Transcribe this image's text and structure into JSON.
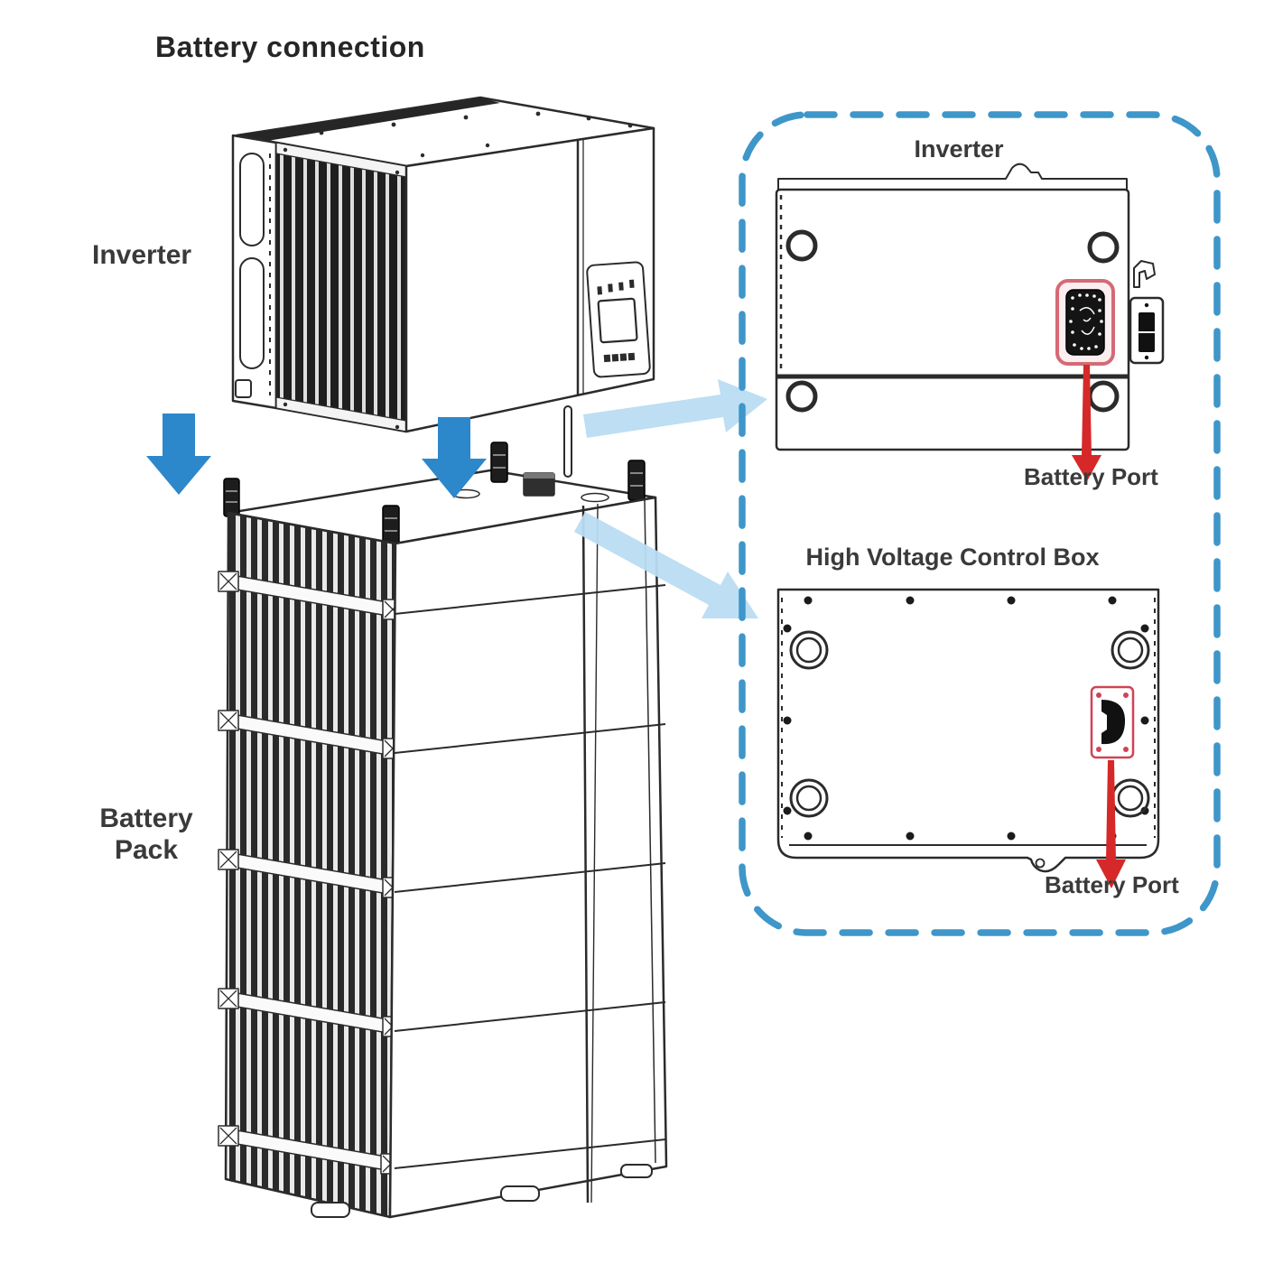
{
  "title": "Battery connection",
  "left_diagram": {
    "inverter_label": "Inverter",
    "battery_pack_line1": "Battery",
    "battery_pack_line2": "Pack"
  },
  "detail_panel": {
    "inverter_view": {
      "title": "Inverter",
      "port_label": "Battery Port"
    },
    "hv_box_view": {
      "title": "High Voltage Control Box",
      "port_label": "Battery Port"
    }
  },
  "icons": {
    "down_arrow_icon": "solid blue downward arrow (x2)",
    "callout_arrow_icon": "light blue pointer arrow to detail view (x2)",
    "port_pointer_arrow_icon": "red downward arrow to battery port (x2)"
  },
  "colors": {
    "line_art": "#2b2b2b",
    "label_text": "#3a3a3a",
    "solid_arrow_blue": "#2d87cb",
    "light_arrow_blue": "#b9dcf2",
    "dashed_border_blue": "#3e96c9",
    "highlight_red": "#d62828",
    "port_outline_red": "#cf4455",
    "port_highlight_pink": "#d46a76"
  }
}
